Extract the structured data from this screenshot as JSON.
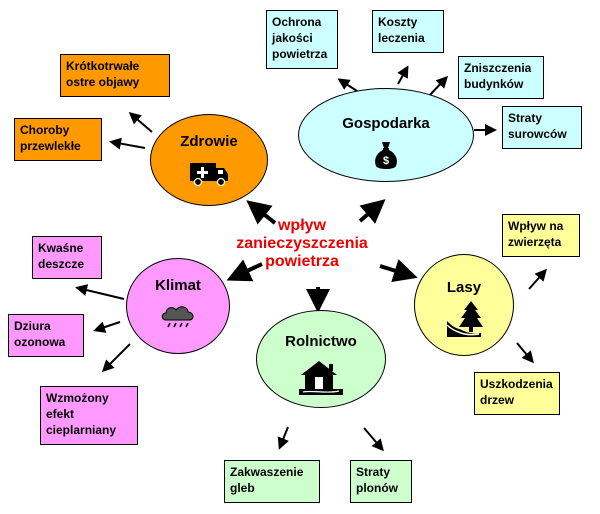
{
  "center": {
    "lines": [
      "wpływ",
      "zanieczyszczenia",
      "powietrza"
    ]
  },
  "hubs": {
    "zdrowie": "Zdrowie",
    "gospodarka": "Gospodarka",
    "klimat": "Klimat",
    "lasy": "Lasy",
    "rolnictwo": "Rolnictwo"
  },
  "boxes": {
    "krotkotrwale": "Krótkotrwałe\nostre objawy",
    "choroby": "Choroby\nprzewlekłe",
    "ochrona": "Ochrona\njakości\npowietrza",
    "koszty": "Koszty\nleczenia",
    "zniszczenia": "Zniszczenia\nbudynków",
    "straty_surowcow": "Straty\nsurowców",
    "kwasne": "Kwaśne\ndeszcze",
    "dziura": "Dziura\nozonowa",
    "wzmozony": "Wzmożony\nefekt\ncieplarniany",
    "wplyw_zwierzeta": "Wpływ na\nzwierzęta",
    "uszkodzenia": "Uszkodzenia\ndrzew",
    "zakwaszenie": "Zakwaszenie\ngleb",
    "straty_plonow": "Straty\nplonów"
  },
  "colors": {
    "orange": "#ff9900",
    "cyan": "#ccffff",
    "pink": "#ff99ff",
    "yellow": "#ffff99",
    "green": "#ccffcc",
    "center_text": "#ee0000"
  },
  "icons": {
    "zdrowie": "ambulance-icon",
    "gospodarka": "money-bag-icon",
    "klimat": "rain-cloud-icon",
    "lasy": "pine-tree-icon",
    "rolnictwo": "farmhouse-icon"
  }
}
